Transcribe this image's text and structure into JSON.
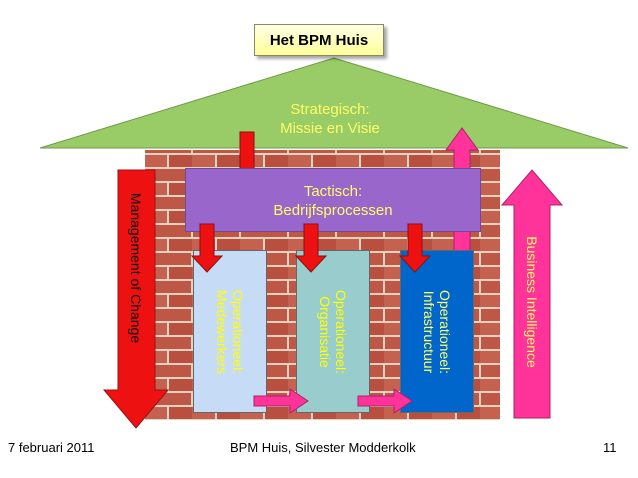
{
  "title": "Het BPM Huis",
  "roof": {
    "line1": "Strategisch:",
    "line2": "Missie en Visie"
  },
  "tactical": {
    "line1": "Tactisch:",
    "line2": "Bedrijfsprocessen"
  },
  "columns": [
    {
      "line1": "Operationeel:",
      "line2": "Medewerkers",
      "fill": "#c6dbf5",
      "text": "#ffff00"
    },
    {
      "line1": "Operationeel:",
      "line2": "Organisatie",
      "fill": "#99cccc",
      "text": "#ffff00"
    },
    {
      "line1": "Operationeel:",
      "line2": "Infrastructuur",
      "fill": "#0066cc",
      "text": "#ffff66"
    }
  ],
  "side_labels": {
    "left": "Management of Change",
    "right": "Business Intelligence"
  },
  "footer": {
    "date": "7 februari 2011",
    "center": "BPM Huis, Silvester Modderkolk",
    "page": "11"
  },
  "colors": {
    "roof": "#99cc66",
    "brick": "#c0504d",
    "mortar": "#e8d8c8",
    "red_arrow": "#ee1111",
    "pink_arrow": "#ff3399"
  }
}
